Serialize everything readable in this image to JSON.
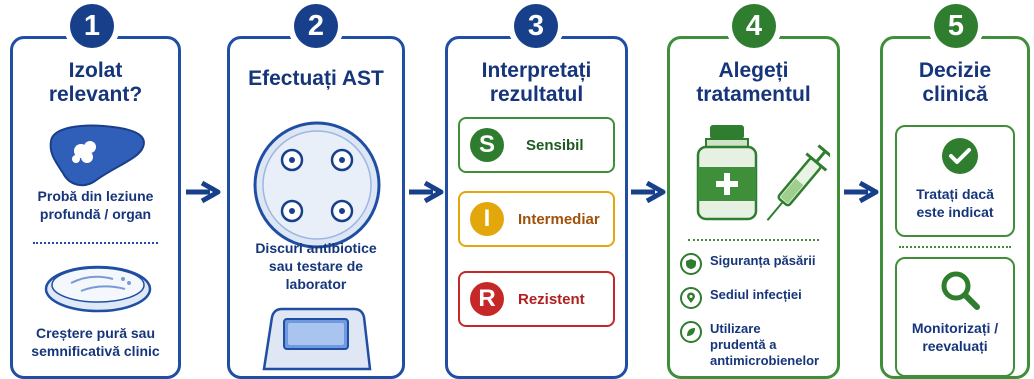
{
  "steps": [
    {
      "number": "1",
      "title_line1": "Izolat",
      "title_line2": "relevant?",
      "caption_top_1": "Probă din leziune",
      "caption_top_2": "profundă / organ",
      "caption_bottom_1": "Creștere pură sau",
      "caption_bottom_2": "semnificativă clinic"
    },
    {
      "number": "2",
      "title_line1": "Efectuați AST",
      "caption_1": "Discuri antibiotice",
      "caption_2": "sau testare de",
      "caption_3": "laborator"
    },
    {
      "number": "3",
      "title_line1": "Interpretați",
      "title_line2": "rezultatul",
      "results": [
        {
          "letter": "S",
          "label": "Sensibil",
          "color": "#2e7d2e"
        },
        {
          "letter": "I",
          "label": "Intermediar",
          "color": "#e3a70c"
        },
        {
          "letter": "R",
          "label": "Rezistent",
          "color": "#c62828"
        }
      ]
    },
    {
      "number": "4",
      "title_line1": "Alegeți",
      "title_line2": "tratamentul",
      "criteria": [
        {
          "icon": "shield-icon",
          "line1": "Siguranța păsării"
        },
        {
          "icon": "location-pin-icon",
          "line1": "Sediul infecției"
        },
        {
          "icon": "leaf-icon",
          "line1": "Utilizare",
          "line2": "prudentă a",
          "line3": "antimicrobienelor"
        }
      ]
    },
    {
      "number": "5",
      "title_line1": "Decizie",
      "title_line2": "clinică",
      "option_top_1": "Tratați dacă",
      "option_top_2": "este indicat",
      "option_bottom_1": "Monitorizați /",
      "option_bottom_2": "reevaluați"
    }
  ],
  "colors": {
    "blue": "#1f4ea3",
    "green": "#3f8f3a",
    "navy": "#16357a"
  }
}
